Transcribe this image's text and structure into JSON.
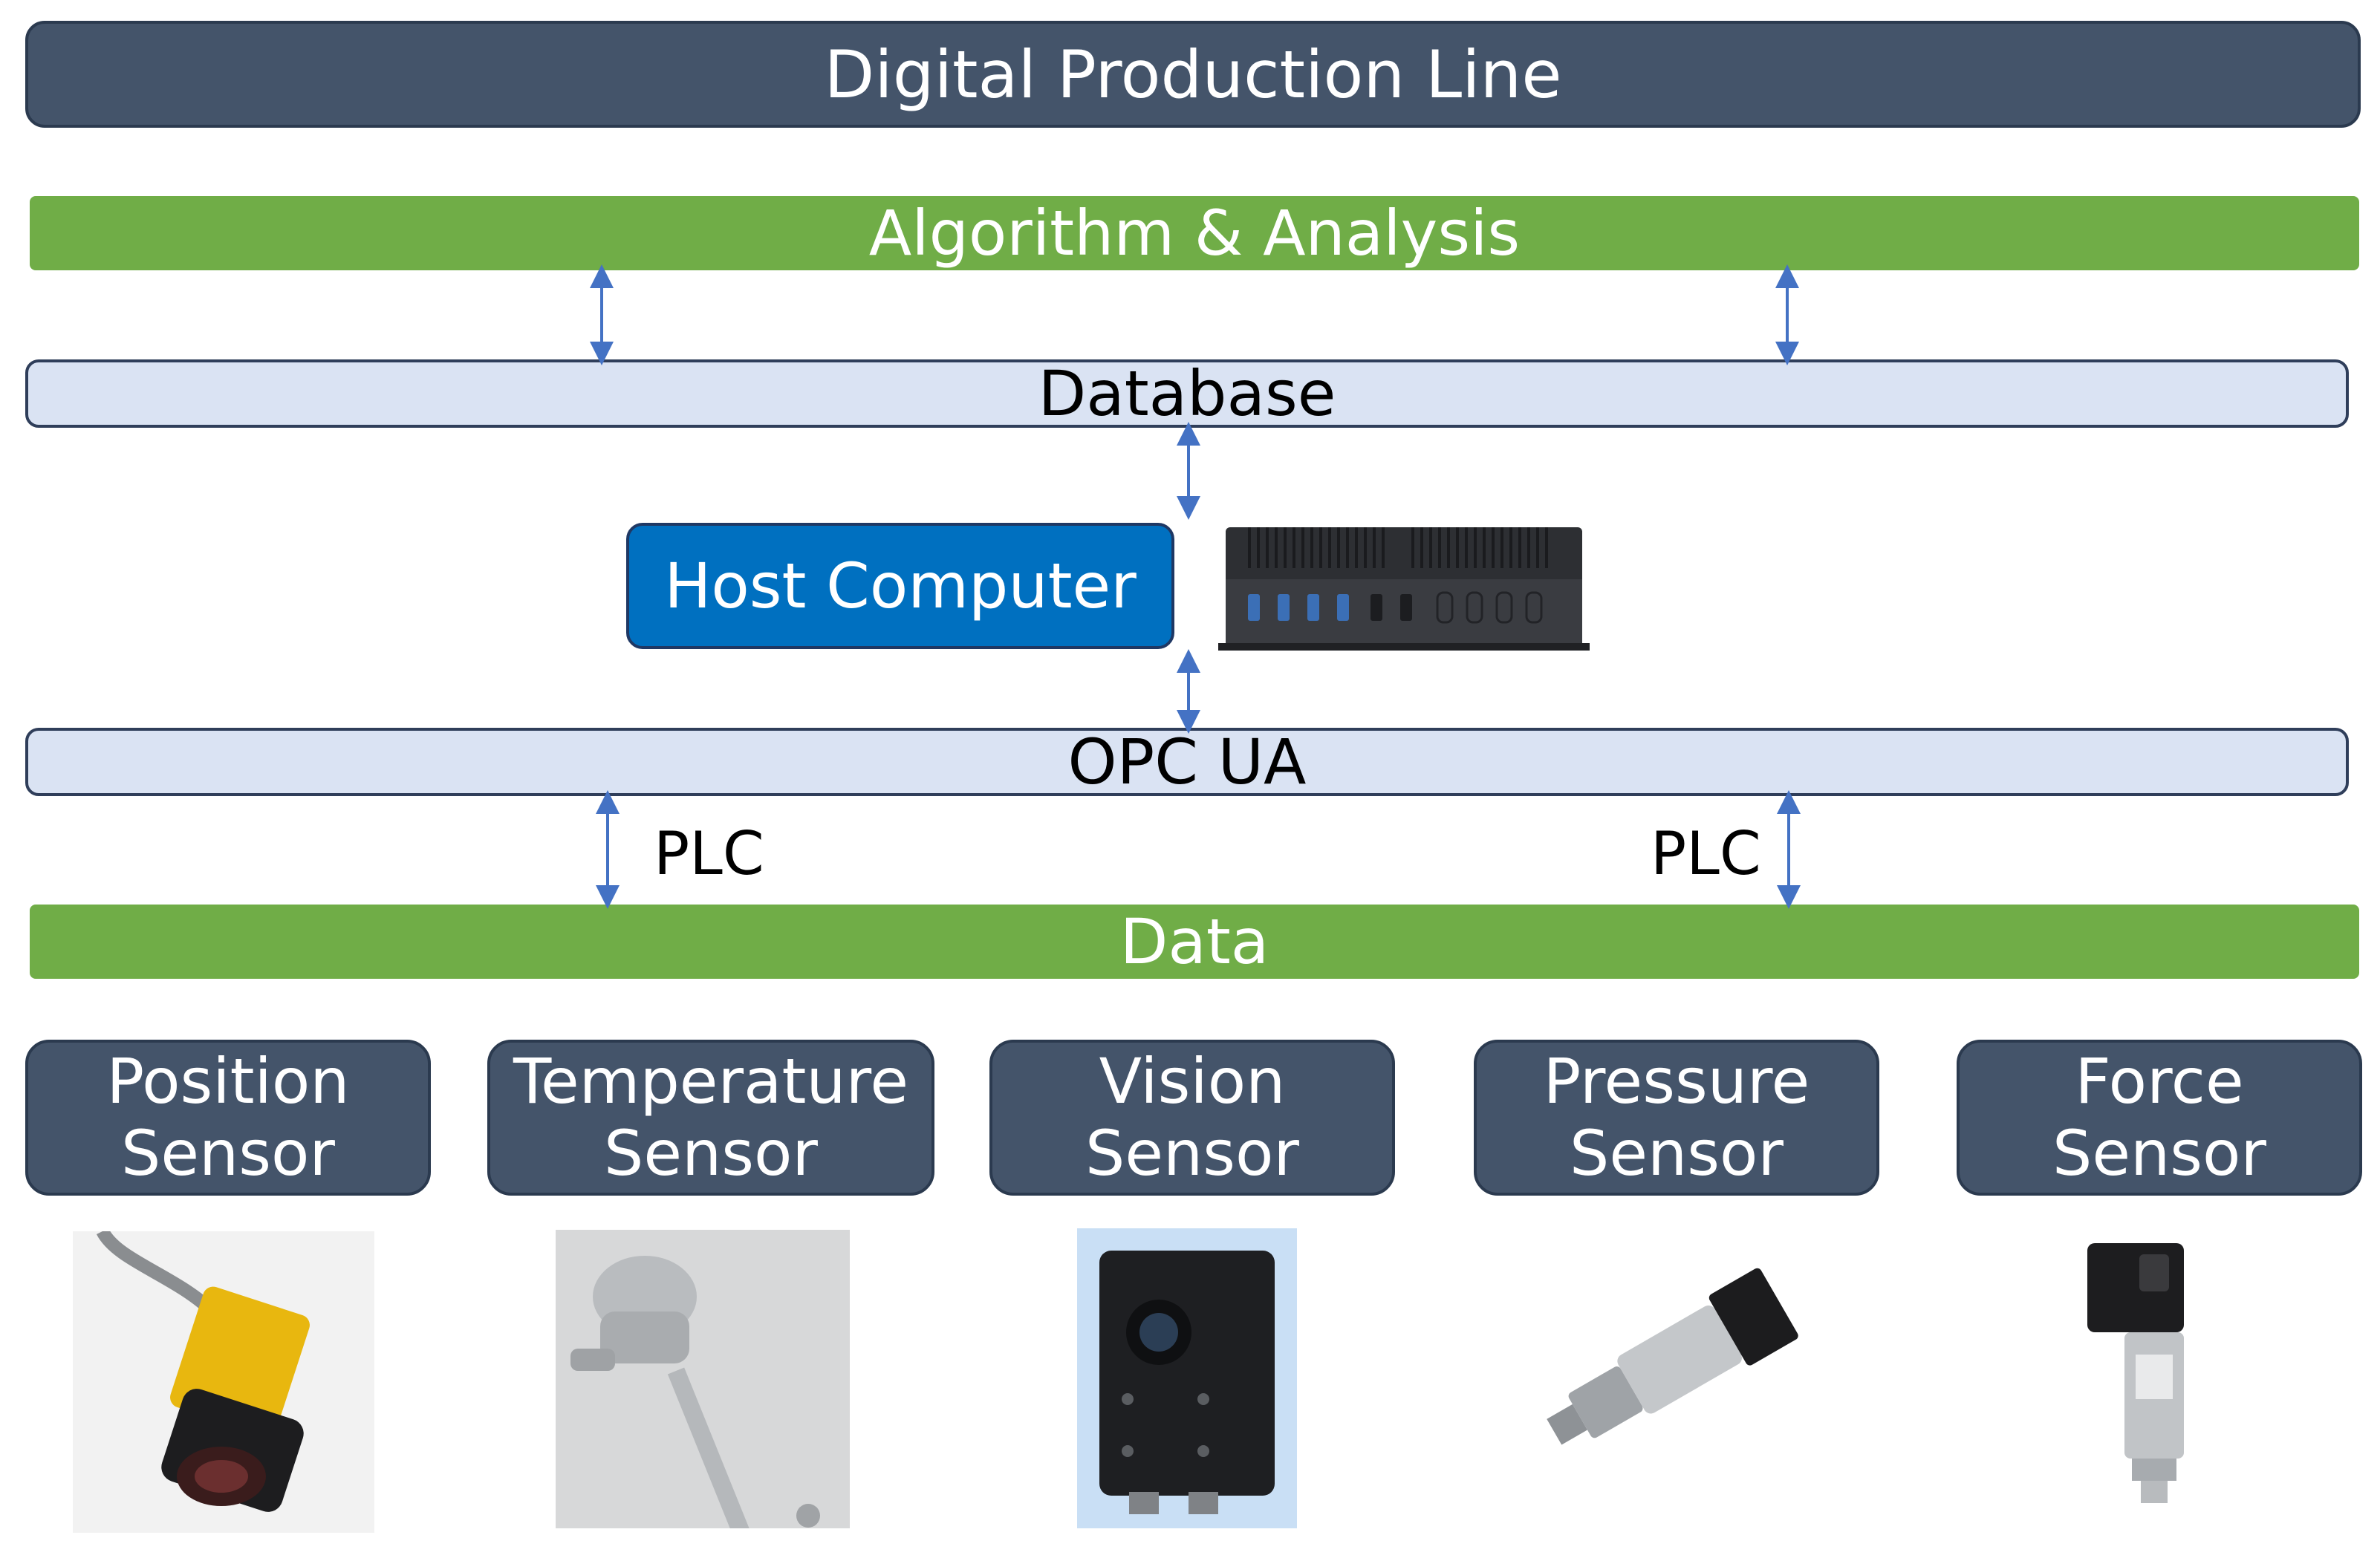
{
  "title": "Digital Production Line",
  "layers": {
    "algorithm": "Algorithm & Analysis",
    "database": "Database",
    "host": "Host Computer",
    "opcua": "OPC UA",
    "data": "Data"
  },
  "links": {
    "left_label": "PLC",
    "right_label": "PLC"
  },
  "sensors": [
    {
      "line1": "Position",
      "line2": "Sensor"
    },
    {
      "line1": "Temperature",
      "line2": "Sensor"
    },
    {
      "line1": "Vision",
      "line2": "Sensor"
    },
    {
      "line1": "Pressure",
      "line2": "Sensor"
    },
    {
      "line1": "Force",
      "line2": "Sensor"
    }
  ],
  "colors": {
    "dark_box": "#44546a",
    "green_bar": "#70ad47",
    "light_bar": "#dae3f3",
    "host_box": "#0070c0",
    "arrow": "#4472c4"
  }
}
